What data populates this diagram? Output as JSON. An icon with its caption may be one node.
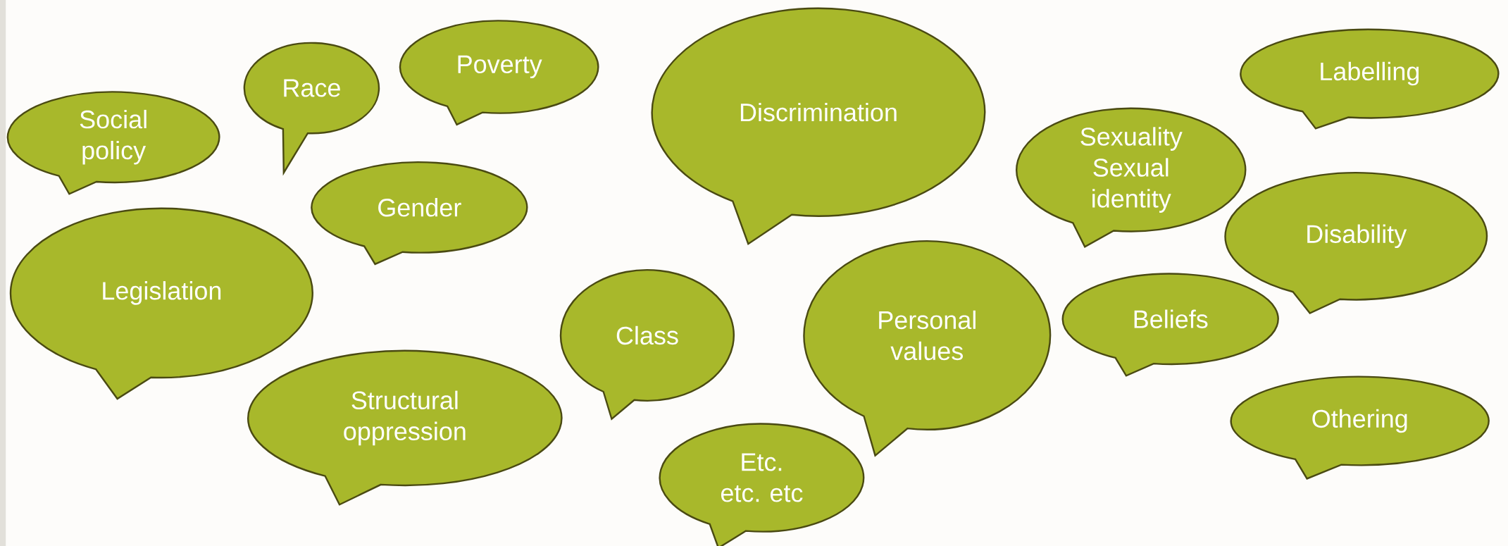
{
  "diagram": {
    "nodes": [
      {
        "text": [
          "Social policy"
        ]
      },
      {
        "text": [
          "Race"
        ]
      },
      {
        "text": [
          "Poverty"
        ]
      },
      {
        "text": [
          "Discrimination"
        ]
      },
      {
        "text": [
          "Sexuality Sexual identity"
        ]
      },
      {
        "text": [
          "Labelling"
        ]
      },
      {
        "text": [
          "Gender"
        ]
      },
      {
        "text": [
          "Legislation"
        ]
      },
      {
        "text": [
          "Class"
        ]
      },
      {
        "text": [
          "Personal values"
        ]
      },
      {
        "text": [
          "Disability"
        ]
      },
      {
        "text": [
          "Beliefs"
        ]
      },
      {
        "text": [
          "Structural oppression"
        ]
      },
      {
        "text": [
          "Etc. etc. etc"
        ]
      },
      {
        "text": [
          "Othering"
        ]
      }
    ]
  }
}
